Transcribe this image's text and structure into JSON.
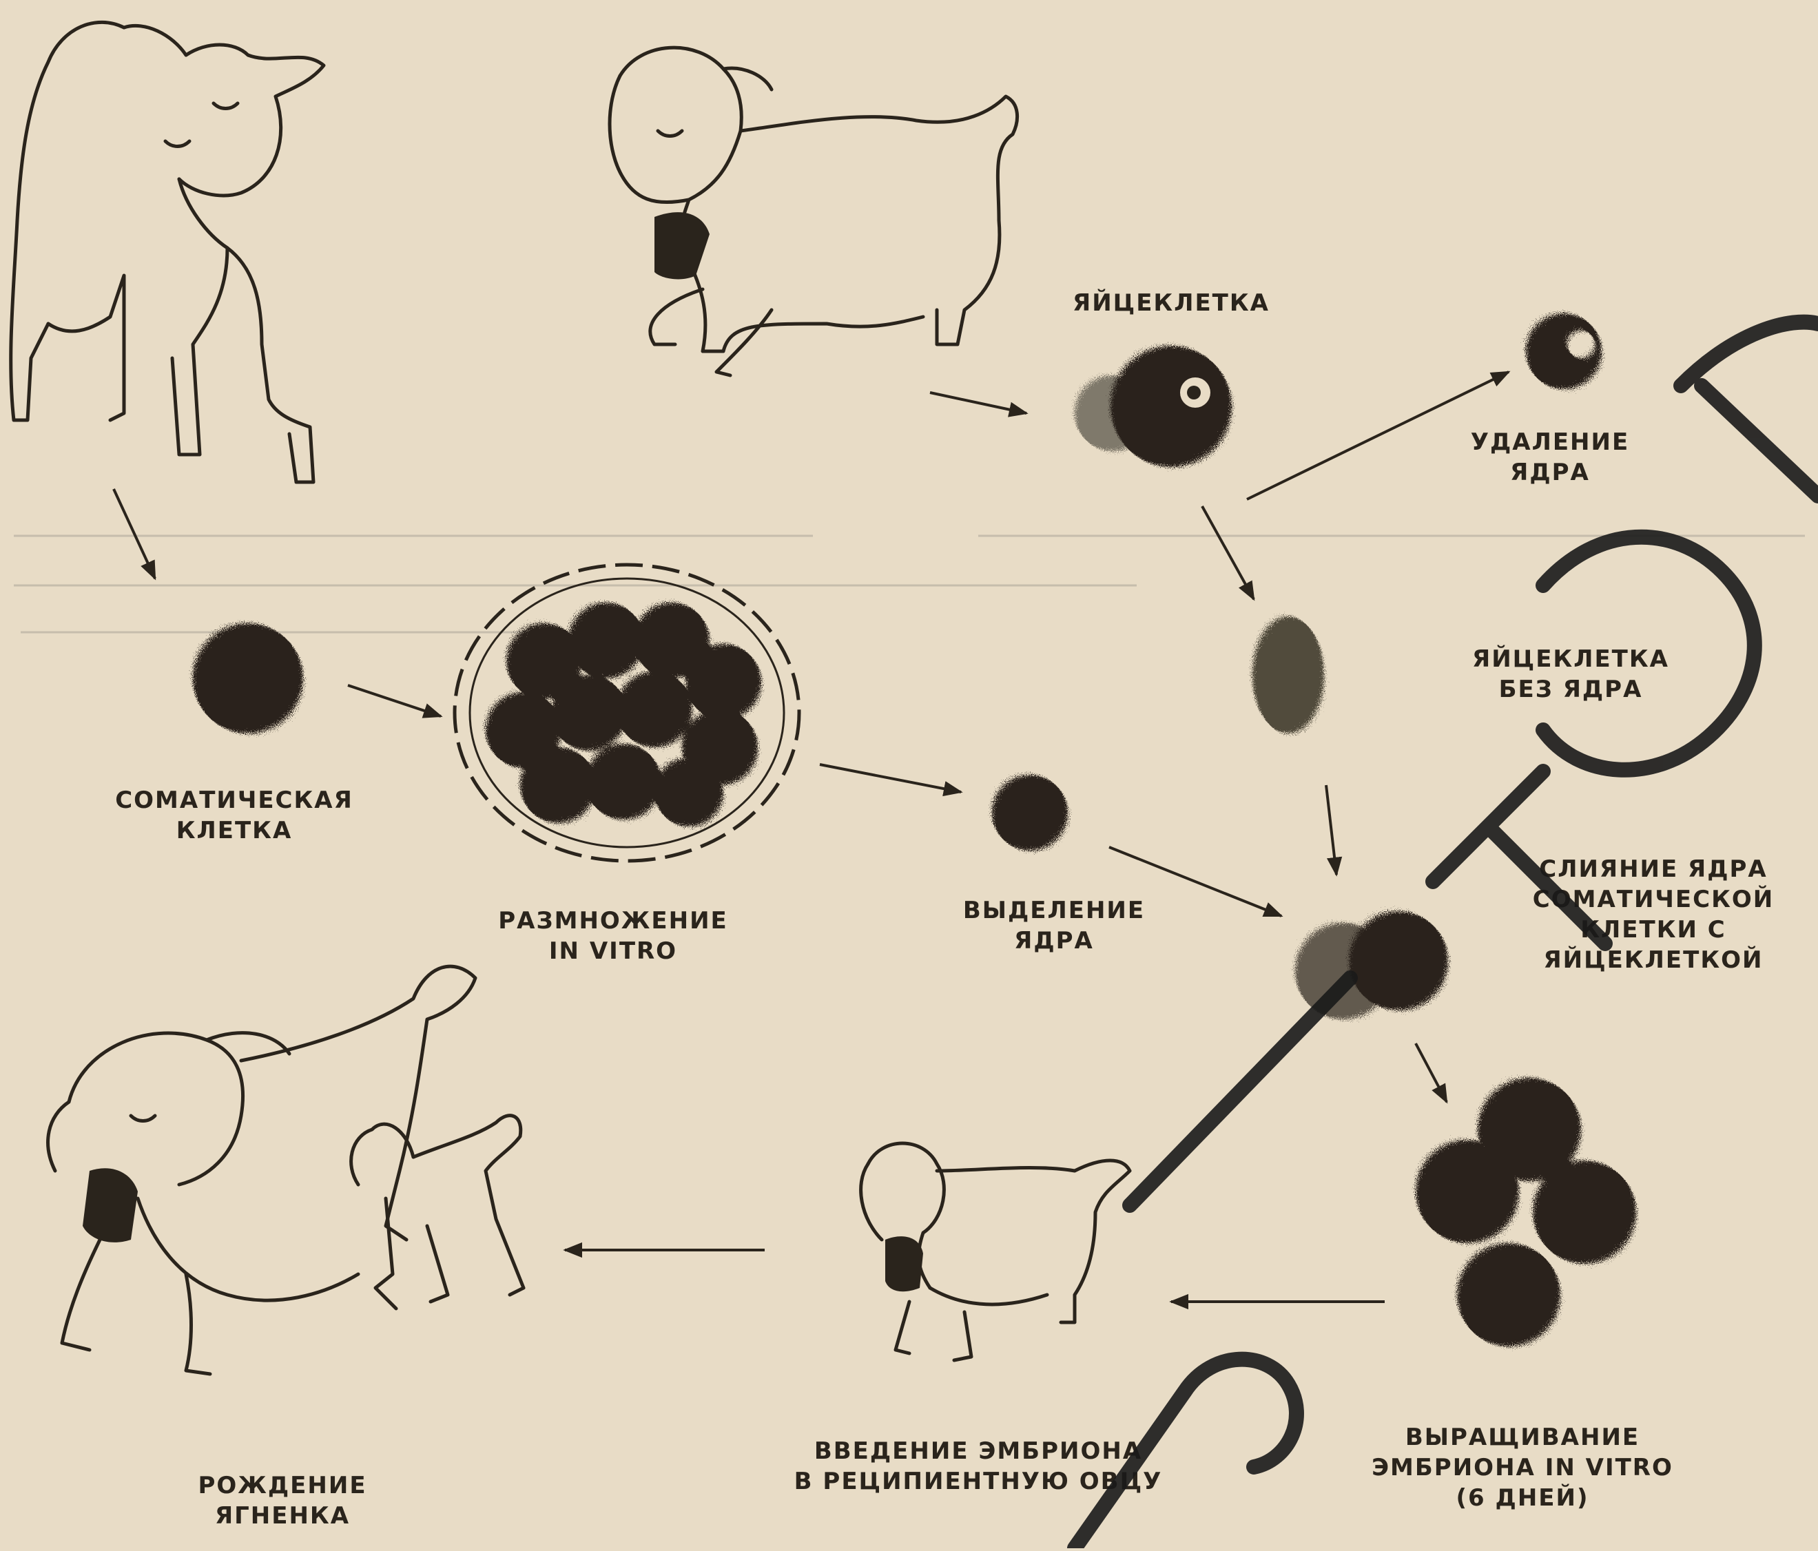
{
  "diagram": {
    "colors": {
      "background": "#e8dcc6",
      "ink": "#2a241c",
      "watermark": "#1a1a1a"
    },
    "labels": {
      "egg_cell": [
        "ЯЙЦЕКЛЕТКА"
      ],
      "nucleus_removal": [
        "УДАЛЕНИЕ",
        "ЯДРА"
      ],
      "enucleated_egg": [
        "ЯЙЦЕКЛЕТКА",
        "БЕЗ ЯДРА"
      ],
      "somatic_cell": [
        "СОМАТИЧЕСКАЯ",
        "КЛЕТКА"
      ],
      "in_vitro_multiplication": [
        "РАЗМНОЖЕНИЕ",
        "IN VITRO"
      ],
      "nucleus_isolation": [
        "ВЫДЕЛЕНИЕ",
        "ЯДРА"
      ],
      "fusion": [
        "СЛИЯНИЕ ЯДРА",
        "СОМАТИЧЕСКОЙ",
        "КЛЕТКИ С",
        "ЯЙЦЕКЛЕТКОЙ"
      ],
      "embryo_culture": [
        "ВЫРАЩИВАНИЕ",
        "ЭМБРИОНА IN VITRO",
        "(6 ДНЕЙ)"
      ],
      "embryo_transfer": [
        "ВВЕДЕНИЕ ЭМБРИОНА",
        "В РЕЦИПИЕНТНУЮ ОВЦУ"
      ],
      "lamb_birth": [
        "РОЖДЕНИЕ",
        "ЯГНЕНКА"
      ]
    },
    "icons": [
      "sheep-donor-icon",
      "sheep-egg-donor-icon",
      "sheep-recipient-icon",
      "sheep-mother-with-lamb-icon",
      "cell-icon",
      "petri-dish-icon",
      "embryo-icon"
    ]
  }
}
